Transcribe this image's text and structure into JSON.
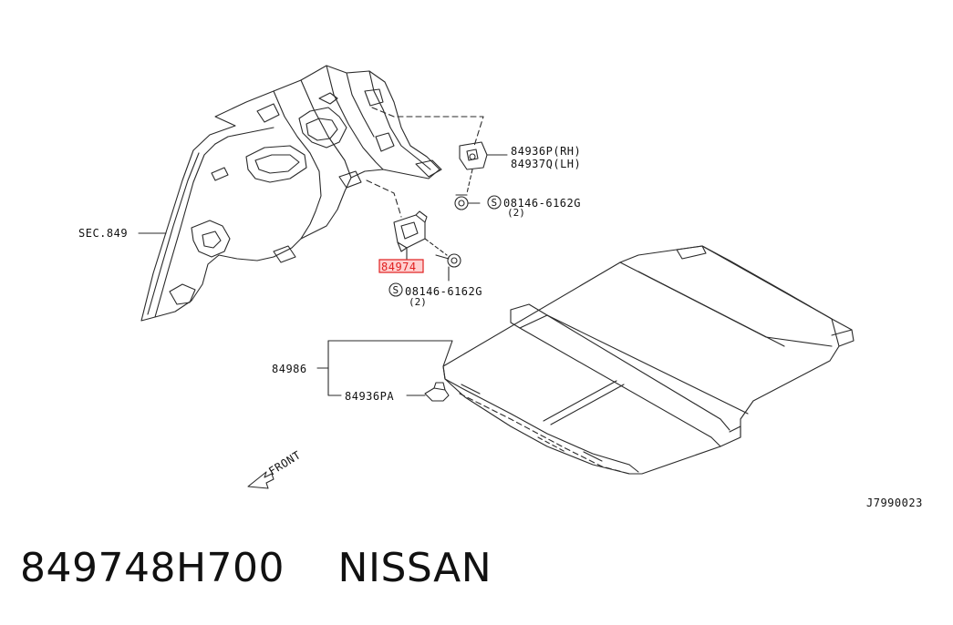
{
  "callouts": {
    "sec849": "SEC.849",
    "p84936p": "84936P(RH)",
    "p84937q": "84937Q(LH)",
    "bolt_top": "08146-6162G",
    "bolt_top_qty": "(2)",
    "p84974": "84974",
    "bolt_mid": "08146-6162G",
    "bolt_mid_qty": "(2)",
    "p84986": "84986",
    "p84936pa": "84936PA",
    "front": "FRONT",
    "s_symbol": "S"
  },
  "diagram_id": "J7990023",
  "footer": {
    "part_number": "849748H700",
    "brand": "NISSAN"
  },
  "colors": {
    "line": "#2a2a2a",
    "highlight": "#e02020",
    "highlight_fill": "#ffd0d0"
  }
}
